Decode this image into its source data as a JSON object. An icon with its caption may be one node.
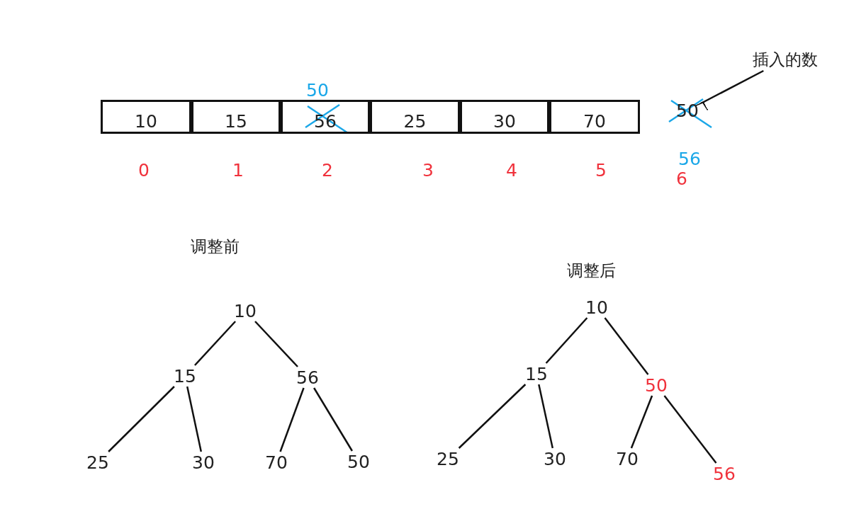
{
  "diagram": {
    "nodes": [
      {
        "text": [
          "10"
        ]
      },
      {
        "text": [
          "15"
        ]
      },
      {
        "text": [
          "56"
        ],
        "beside": [
          "50"
        ]
      },
      {
        "text": [
          "25"
        ]
      },
      {
        "text": [
          "30"
        ]
      },
      {
        "text": [
          "70"
        ]
      },
      {
        "text": [
          "50"
        ],
        "beside": [
          "56"
        ]
      },
      {
        "text": [
          "插入的数"
        ]
      },
      {
        "text": [
          "10"
        ]
      },
      {
        "text": [
          "15"
        ]
      },
      {
        "text": [
          "56"
        ]
      },
      {
        "text": [
          "25"
        ]
      },
      {
        "text": [
          "30"
        ]
      },
      {
        "text": [
          "70"
        ]
      },
      {
        "text": [
          "50"
        ]
      },
      {
        "text": [
          "10"
        ]
      },
      {
        "text": [
          "15"
        ]
      },
      {
        "text": [
          "50"
        ]
      },
      {
        "text": [
          "25"
        ]
      },
      {
        "text": [
          "30"
        ]
      },
      {
        "text": [
          "70"
        ]
      },
      {
        "text": [
          "56"
        ]
      }
    ],
    "edges": [
      {
        "from": 7,
        "to": 6,
        "arrow": "to"
      },
      {
        "from": 8,
        "to": 9,
        "arrow": "none"
      },
      {
        "from": 8,
        "to": 10,
        "arrow": "none"
      },
      {
        "from": 9,
        "to": 11,
        "arrow": "none"
      },
      {
        "from": 9,
        "to": 12,
        "arrow": "none"
      },
      {
        "from": 10,
        "to": 13,
        "arrow": "none"
      },
      {
        "from": 10,
        "to": 14,
        "arrow": "none"
      },
      {
        "from": 15,
        "to": 16,
        "arrow": "none"
      },
      {
        "from": 15,
        "to": 17,
        "arrow": "none"
      },
      {
        "from": 16,
        "to": 18,
        "arrow": "none"
      },
      {
        "from": 16,
        "to": 19,
        "arrow": "none"
      },
      {
        "from": 17,
        "to": 20,
        "arrow": "none"
      },
      {
        "from": 17,
        "to": 21,
        "arrow": "none"
      }
    ],
    "labels": [
      "0",
      "1",
      "2",
      "3",
      "4",
      "5",
      "6",
      "调整前",
      "调整后"
    ]
  }
}
